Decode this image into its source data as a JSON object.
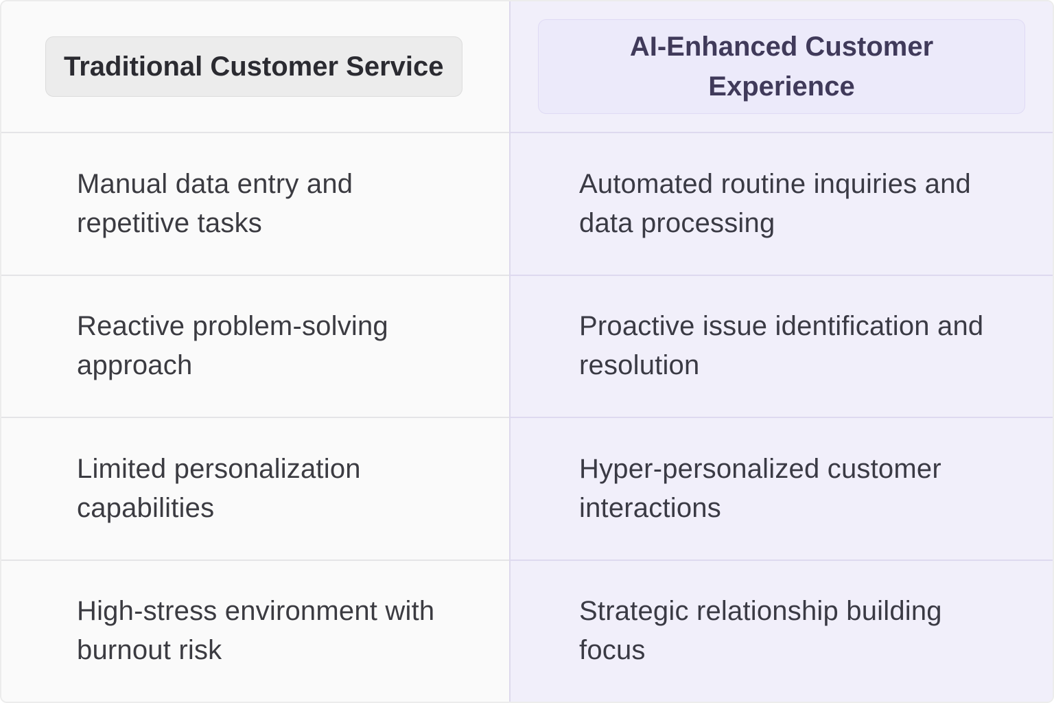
{
  "table": {
    "columns": [
      {
        "header": "Traditional Customer Service",
        "items": [
          "Manual data entry and repetitive tasks",
          "Reactive problem-solving approach",
          "Limited personalization capabilities",
          "High-stress environment with burnout risk"
        ]
      },
      {
        "header": "AI-Enhanced Customer Experience",
        "items": [
          "Automated routine inquiries and data processing",
          "Proactive issue identification and resolution",
          "Hyper-personalized customer interactions",
          "Strategic relationship building focus"
        ]
      }
    ]
  },
  "colors": {
    "left_column_bg": "#fafafa",
    "right_column_bg": "#f1effa",
    "left_badge_bg": "#ececec",
    "right_badge_bg": "#eceafa",
    "right_badge_text": "#403a5a",
    "body_text": "#3b3b41",
    "divider_left": "#e4e4e7",
    "divider_right": "#ded9ef"
  }
}
